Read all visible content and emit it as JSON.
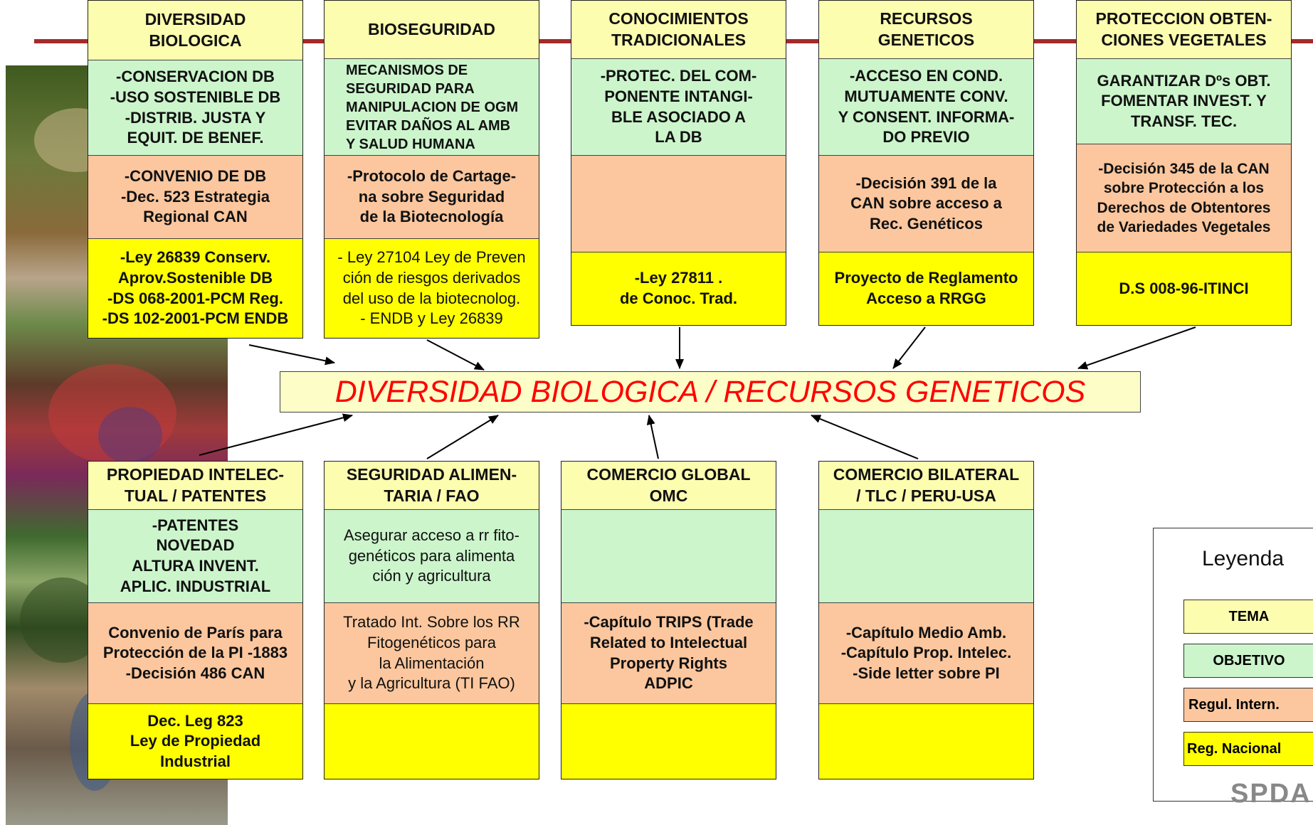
{
  "center_title": "DIVERSIDAD BIOLOGICA / RECURSOS GENETICOS",
  "top_boxes": [
    {
      "tema": "DIVERSIDAD\nBIOLOGICA",
      "objetivo": "-CONSERVACION DB\n-USO SOSTENIBLE DB\n-DISTRIB. JUSTA Y\nEQUIT. DE BENEF.",
      "internacional": "-CONVENIO DE DB\n-Dec. 523 Estrategia\nRegional CAN",
      "nacional": "-Ley 26839 Conserv.\nAprov.Sostenible DB\n-DS 068-2001-PCM Reg.\n-DS 102-2001-PCM ENDB"
    },
    {
      "tema": "BIOSEGURIDAD",
      "objetivo": "MECANISMOS DE\nSEGURIDAD PARA\nMANIPULACION DE OGM\nEVITAR DAÑOS AL AMB\nY SALUD HUMANA",
      "internacional": "-Protocolo de Cartage-\nna sobre Seguridad\nde la Biotecnología",
      "nacional": "- Ley 27104 Ley de Preven\nción de riesgos derivados\ndel uso de la biotecnolog.\n- ENDB  y Ley 26839"
    },
    {
      "tema": "CONOCIMIENTOS\nTRADICIONALES",
      "objetivo": "-PROTEC. DEL COM-\nPONENTE INTANGI-\nBLE ASOCIADO A\nLA DB",
      "internacional": "",
      "nacional": "-Ley 27811 .\nde Conoc. Trad."
    },
    {
      "tema": "RECURSOS\nGENETICOS",
      "objetivo": "-ACCESO EN COND.\nMUTUAMENTE CONV.\nY CONSENT. INFORMA-\nDO PREVIO",
      "internacional": "-Decisión 391 de la\nCAN sobre acceso a\nRec. Genéticos",
      "nacional": "Proyecto de Reglamento\nAcceso a RRGG"
    },
    {
      "tema": "PROTECCION OBTEN-\nCIONES VEGETALES",
      "objetivo": "GARANTIZAR Dºs OBT.\nFOMENTAR INVEST. Y\nTRANSF. TEC.",
      "internacional": "-Decisión 345 de la CAN\nsobre Protección a los\nDerechos  de Obtentores\nde Variedades Vegetales",
      "nacional": "D.S 008-96-ITINCI"
    }
  ],
  "bottom_boxes": [
    {
      "tema": "PROPIEDAD INTELEC-\nTUAL / PATENTES",
      "objetivo": "-PATENTES\nNOVEDAD\nALTURA INVENT.\nAPLIC. INDUSTRIAL",
      "internacional": "Convenio de París para\nProtección de la PI -1883\n-Decisión 486 CAN",
      "nacional": "Dec. Leg 823\nLey de Propiedad\nIndustrial"
    },
    {
      "tema": "SEGURIDAD ALIMEN-\nTARIA / FAO",
      "objetivo": "Asegurar acceso a rr fito-\ngenéticos para alimenta\nción y agricultura",
      "internacional": "Tratado Int. Sobre los RR\nFitogenéticos para\nla Alimentación\ny la Agricultura (TI FAO)",
      "nacional": ""
    },
    {
      "tema": "COMERCIO GLOBAL\nOMC",
      "objetivo": "",
      "internacional": "-Capítulo TRIPS (Trade\nRelated to Intelectual\nProperty Rights\nADPIC",
      "nacional": ""
    },
    {
      "tema": "COMERCIO BILATERAL\n/ TLC / PERU-USA",
      "objetivo": "",
      "internacional": "-Capítulo Medio Amb.\n-Capítulo Prop. Intelec.\n-Side letter sobre PI",
      "nacional": ""
    }
  ],
  "legend": {
    "title": "Leyenda",
    "tema": "TEMA",
    "objetivo": "OBJETIVO",
    "internacional": "Regul. Intern.",
    "nacional": "Reg. Nacional",
    "logo": "SPDA"
  },
  "colors": {
    "tema": "#fdfdb0",
    "objetivo": "#ccf5cc",
    "internacional": "#fcc79e",
    "nacional": "#ffff00",
    "center_text": "#ff0000",
    "top_line": "#a52a2a"
  }
}
